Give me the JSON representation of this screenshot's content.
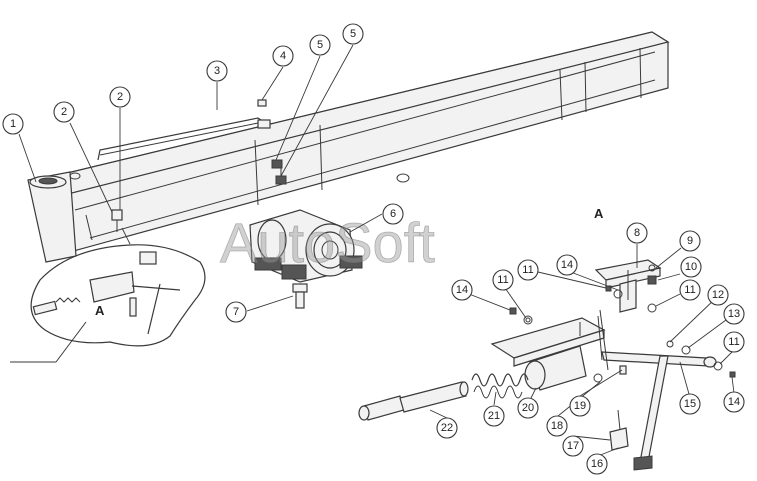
{
  "watermark": "AutoSoft",
  "view_labels": {
    "main": "A",
    "inset": "A"
  },
  "callouts": [
    {
      "id": "c1",
      "label": "1"
    },
    {
      "id": "c2a",
      "label": "2"
    },
    {
      "id": "c2b",
      "label": "2"
    },
    {
      "id": "c3",
      "label": "3"
    },
    {
      "id": "c4",
      "label": "4"
    },
    {
      "id": "c5a",
      "label": "5"
    },
    {
      "id": "c5b",
      "label": "5"
    },
    {
      "id": "c6",
      "label": "6"
    },
    {
      "id": "c7",
      "label": "7"
    },
    {
      "id": "c8",
      "label": "8"
    },
    {
      "id": "c9",
      "label": "9"
    },
    {
      "id": "c10",
      "label": "10"
    },
    {
      "id": "c11a",
      "label": "11"
    },
    {
      "id": "c11b",
      "label": "11"
    },
    {
      "id": "c11c",
      "label": "11"
    },
    {
      "id": "c11d",
      "label": "11"
    },
    {
      "id": "c12",
      "label": "12"
    },
    {
      "id": "c13",
      "label": "13"
    },
    {
      "id": "c14a",
      "label": "14"
    },
    {
      "id": "c14b",
      "label": "14"
    },
    {
      "id": "c14c",
      "label": "14"
    },
    {
      "id": "c15",
      "label": "15"
    },
    {
      "id": "c16",
      "label": "16"
    },
    {
      "id": "c17",
      "label": "17"
    },
    {
      "id": "c18",
      "label": "18"
    },
    {
      "id": "c19",
      "label": "19"
    },
    {
      "id": "c20",
      "label": "20"
    },
    {
      "id": "c21",
      "label": "21"
    },
    {
      "id": "c22",
      "label": "22"
    }
  ]
}
